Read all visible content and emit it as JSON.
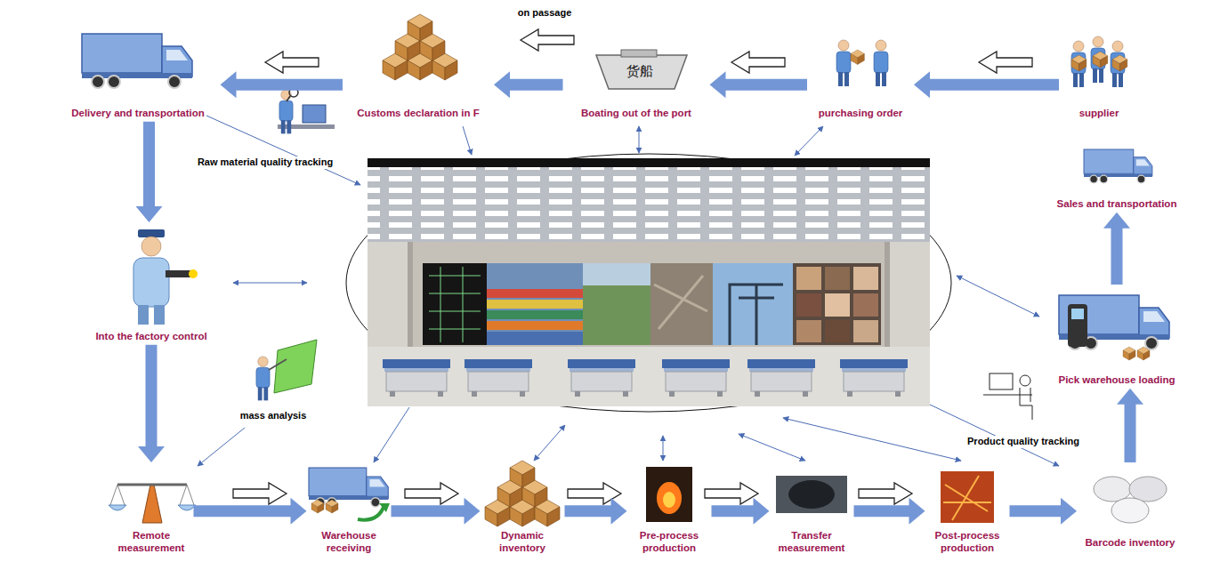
{
  "diagram": {
    "nodes": [
      {
        "text": [
          "supplier"
        ]
      },
      {
        "text": [
          "purchasing order"
        ]
      },
      {
        "text": [
          "Boating out of the port"
        ]
      },
      {
        "text": [
          "Customs declaration in F"
        ]
      },
      {
        "text": [
          "Delivery and transportation"
        ]
      },
      {
        "text": [
          "Into the factory control"
        ]
      },
      {
        "text": [
          "Remote measurement"
        ]
      },
      {
        "text": [
          "Warehouse receiving"
        ]
      },
      {
        "text": [
          "Dynamic inventory"
        ]
      },
      {
        "text": [
          "Pre-process production"
        ]
      },
      {
        "text": [
          "Transfer measurement"
        ]
      },
      {
        "text": [
          "Post-process production"
        ]
      },
      {
        "text": [
          "Barcode inventory"
        ]
      },
      {
        "text": [
          "Pick warehouse loading"
        ]
      },
      {
        "text": [
          "Sales and transportation"
        ]
      }
    ],
    "edges": [
      {
        "from": 0,
        "to": 1,
        "arrow": "to"
      },
      {
        "from": 1,
        "to": 2,
        "arrow": "to"
      },
      {
        "from": 2,
        "to": 3,
        "arrow": "to"
      },
      {
        "from": 3,
        "to": 4,
        "arrow": "to"
      },
      {
        "from": 4,
        "to": 5,
        "arrow": "to"
      },
      {
        "from": 5,
        "to": 6,
        "arrow": "to"
      },
      {
        "from": 6,
        "to": 7,
        "arrow": "to"
      },
      {
        "from": 7,
        "to": 8,
        "arrow": "to"
      },
      {
        "from": 8,
        "to": 9,
        "arrow": "to"
      },
      {
        "from": 9,
        "to": 10,
        "arrow": "to"
      },
      {
        "from": 10,
        "to": 11,
        "arrow": "to"
      },
      {
        "from": 11,
        "to": 12,
        "arrow": "to"
      },
      {
        "from": 12,
        "to": 13,
        "arrow": "to"
      },
      {
        "from": 13,
        "to": 14,
        "arrow": "to"
      }
    ],
    "labels": [
      "on passage",
      "货船",
      "Raw material quality tracking",
      "mass analysis",
      "Product quality tracking"
    ]
  }
}
